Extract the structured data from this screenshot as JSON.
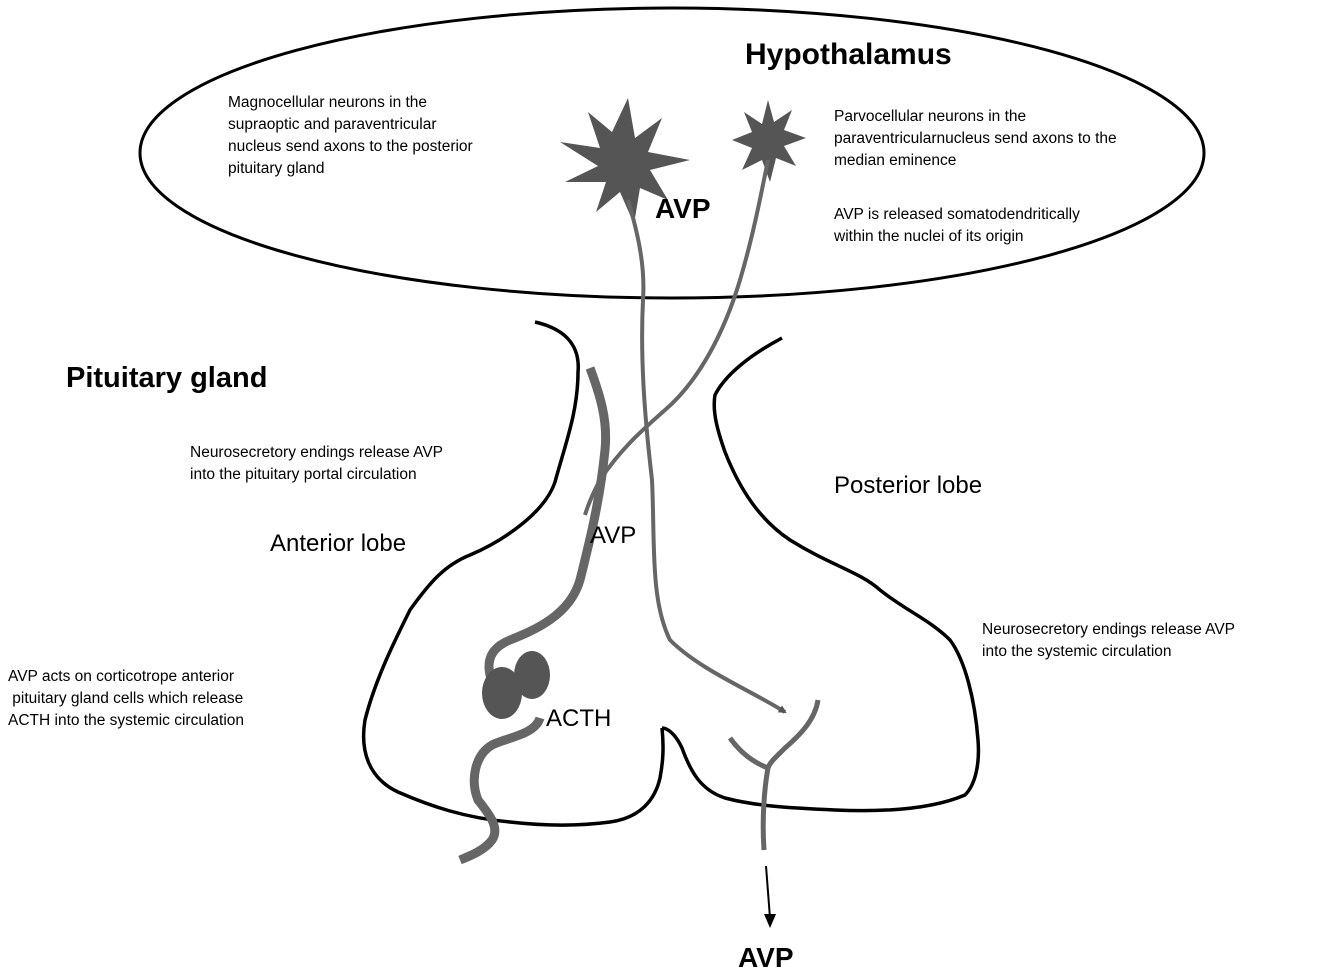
{
  "labels": {
    "hypothalamus": "Hypothalamus",
    "pituitary_gland": "Pituitary gland",
    "anterior_lobe": "Anterior lobe",
    "posterior_lobe": "Posterior lobe",
    "avp_top": "AVP",
    "avp_middle": "AVP",
    "acth": "ACTH",
    "avp_bottom": "AVP"
  },
  "notes": {
    "magnocellular": "Magnocellular neurons in the\nsupraoptic and paraventricular\nnucleus send axons to the posterior\npituitary gland",
    "parvocellular": "Parvocellular neurons in the\nparaventricularnucleus send axons to the\nmedian eminence",
    "somatodendritic": "AVP is released somatodendritically\nwithin the nuclei of its origin",
    "portal_release": "Neurosecretory endings release AVP\ninto the pituitary portal circulation",
    "systemic_release": "Neurosecretory endings release AVP\ninto the systemic circulation",
    "corticotrope": "AVP acts on corticotrope anterior\n pituitary gland cells which release\nACTH into the systemic circulation"
  },
  "colors": {
    "outline": "#000000",
    "neuron": "#555555",
    "axon": "#666666",
    "cell": "#555555"
  }
}
